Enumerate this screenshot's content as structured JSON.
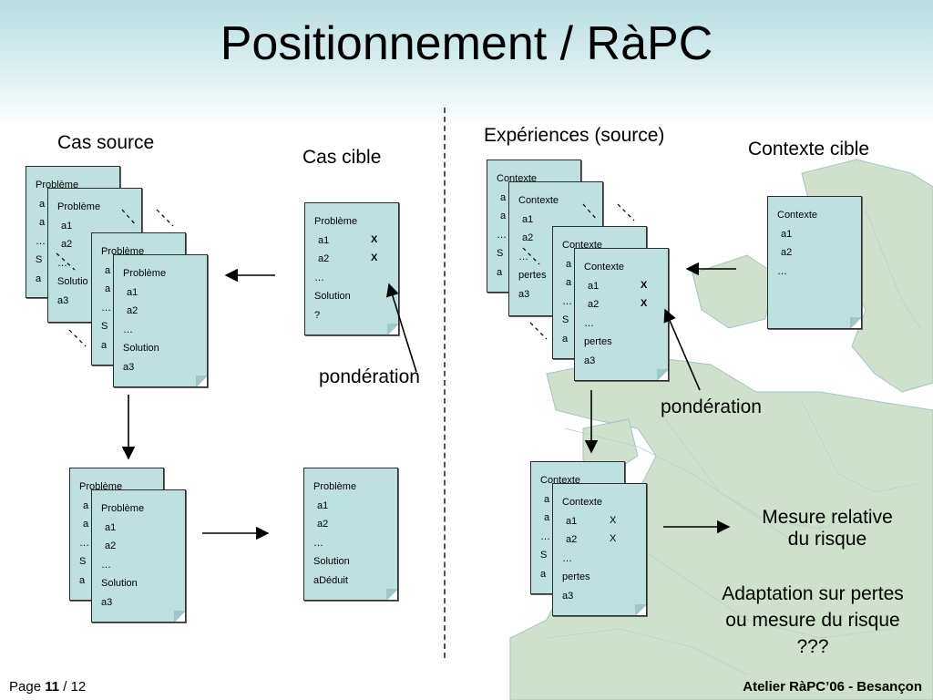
{
  "title": "Positionnement / RàPC",
  "labels": {
    "cas_source": "Cas source",
    "cas_cible": "Cas cible",
    "experiences": "Expériences (source)",
    "contexte_cible": "Contexte cible",
    "ponderation": "pondération",
    "mesure_line1": "Mesure relative",
    "mesure_line2": "du risque",
    "adapt_line1": "Adaptation sur pertes",
    "adapt_line2": "ou mesure du risque",
    "adapt_line3": "???"
  },
  "terms": {
    "probleme": "Problème",
    "contexte": "Contexte",
    "a1": "a1",
    "a2": "a2",
    "a3": "a3",
    "ellipsis": "…",
    "solution": "Solution",
    "pertes": "pertes",
    "question": "?",
    "x_mark": "X",
    "a_deduit": "aDéduit",
    "solu_fragment": "Solutio",
    "s_fragment": "S",
    "a_fragment": "a"
  },
  "footer": {
    "page_prefix": "Page ",
    "page_num": "11",
    "page_sep": " / ",
    "page_total": "12",
    "event": "Atelier RàPC’06 - Besançon"
  },
  "colors": {
    "card_fill": "#bfe0e1",
    "card_border": "#2c2c2c",
    "header_gradient": "#b9dde2",
    "map_green": "#c9ddc6",
    "map_sea": "#eef5f8"
  }
}
